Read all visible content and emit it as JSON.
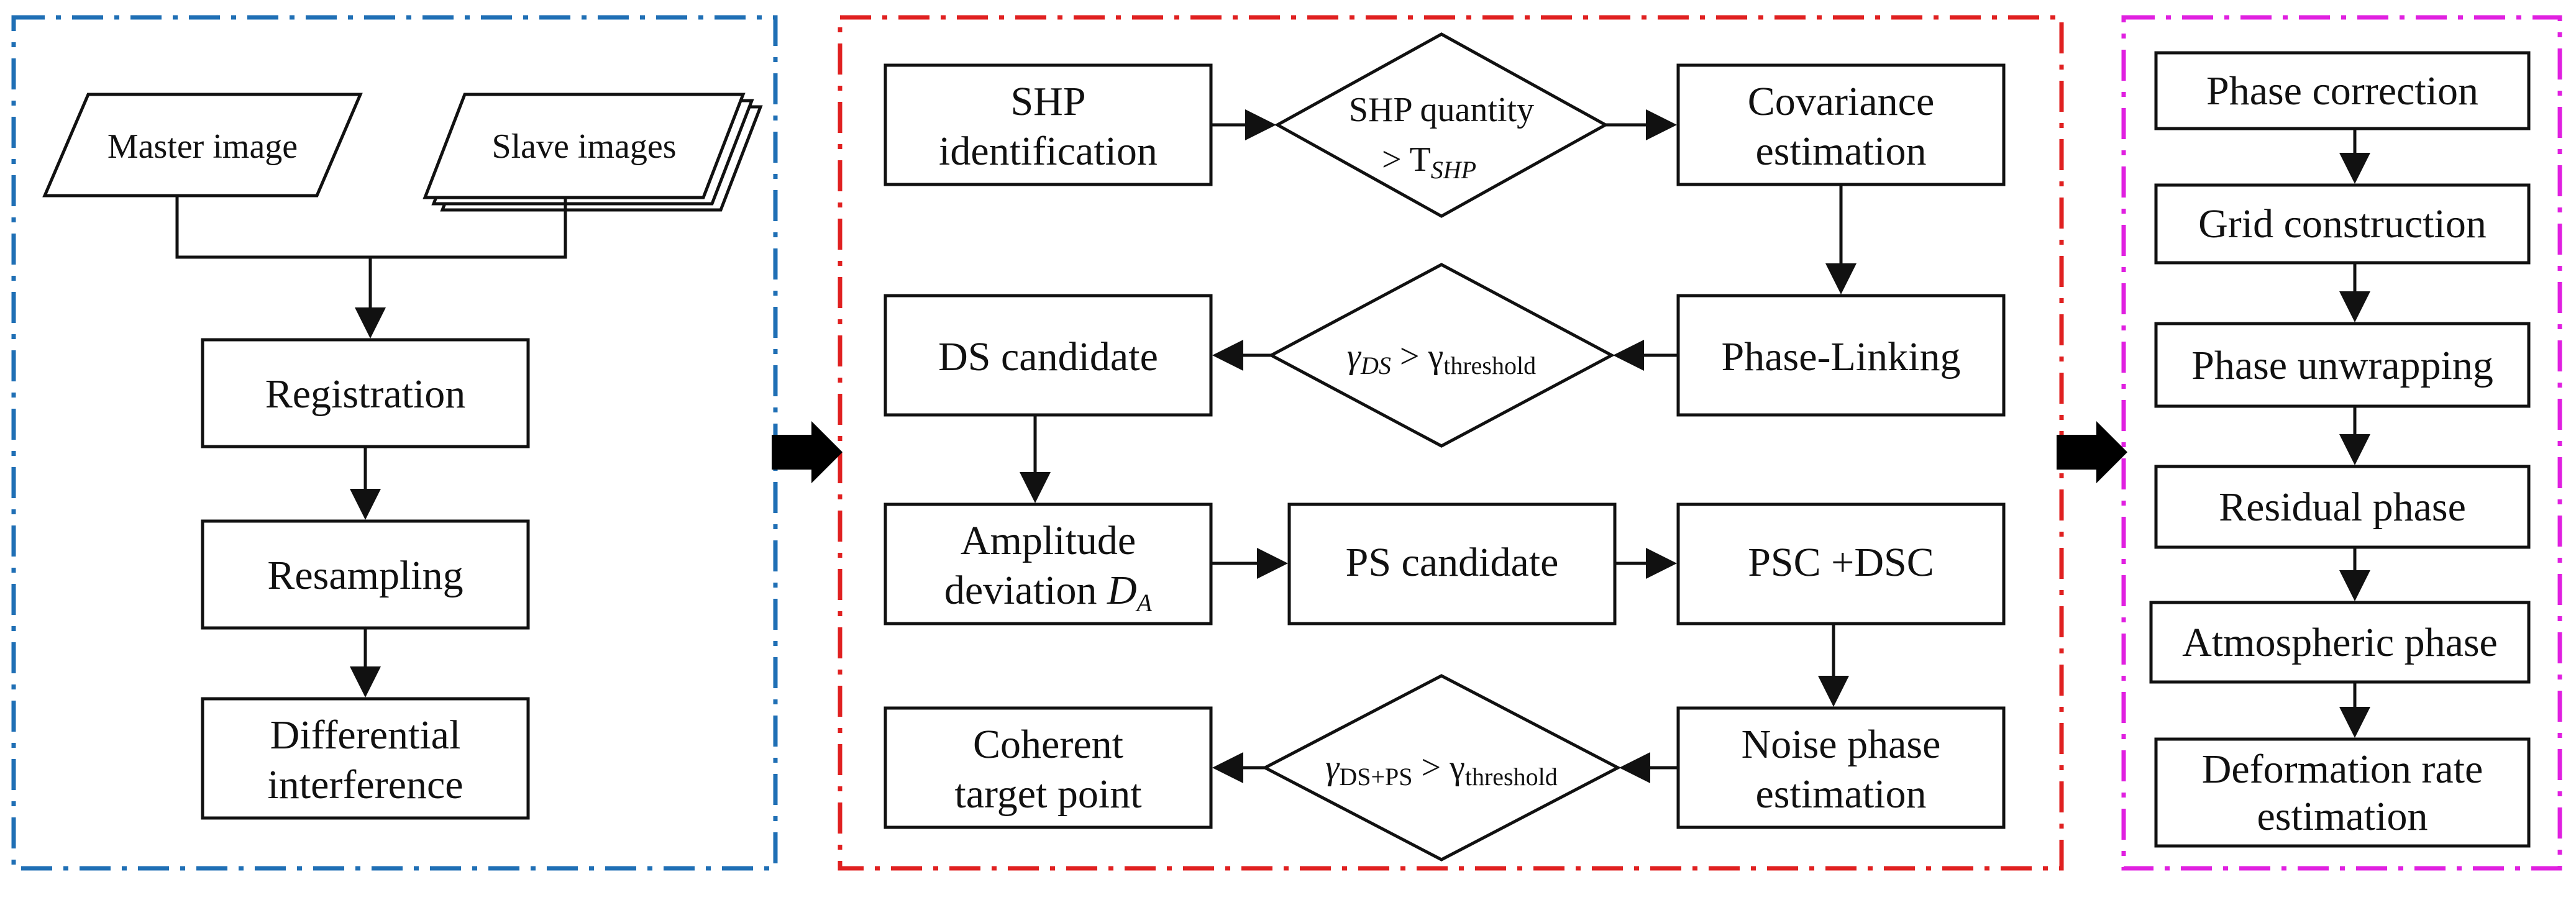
{
  "inputs": {
    "master": "Master image",
    "slave": "Slave images"
  },
  "preprocessing": {
    "registration": "Registration",
    "resampling": "Resampling",
    "differential_l1": "Differential",
    "differential_l2": "interference"
  },
  "selection": {
    "shp_l1": "SHP",
    "shp_l2": "identification",
    "shp_cond_l1": "SHP quantity",
    "shp_cond_l2": "> T",
    "shp_cond_sub": "SHP",
    "cov_l1": "Covariance",
    "cov_l2": "estimation",
    "phase_linking": "Phase-Linking",
    "ds_cond_gamma": "γ",
    "ds_cond_sub": "DS",
    "ds_cond_gt": " > γ",
    "ds_cond_thr": "threshold",
    "ds_candidate": "DS candidate",
    "amp_l1": "Amplitude",
    "amp_l2": "deviation ",
    "amp_var": "D",
    "amp_sub": "A",
    "ps_candidate": "PS candidate",
    "psc_dsc": "PSC +DSC",
    "noise_l1": "Noise phase",
    "noise_l2": "estimation",
    "coh_cond_gamma": "γ",
    "coh_cond_sub": "DS+PS",
    "coh_cond_gt": " > γ",
    "coh_cond_thr": "threshold",
    "coherent_l1": "Coherent",
    "coherent_l2": "target point"
  },
  "processing": {
    "phase_correction": "Phase correction",
    "grid_construction": "Grid construction",
    "phase_unwrapping": "Phase unwrapping",
    "residual_phase": "Residual phase",
    "atmospheric_phase": "Atmospheric phase",
    "deformation_l1": "Deformation rate",
    "deformation_l2": "estimation"
  },
  "colors": {
    "panel1_border": "#1f6fb5",
    "panel2_border": "#e02020",
    "panel3_border": "#e020e0"
  }
}
